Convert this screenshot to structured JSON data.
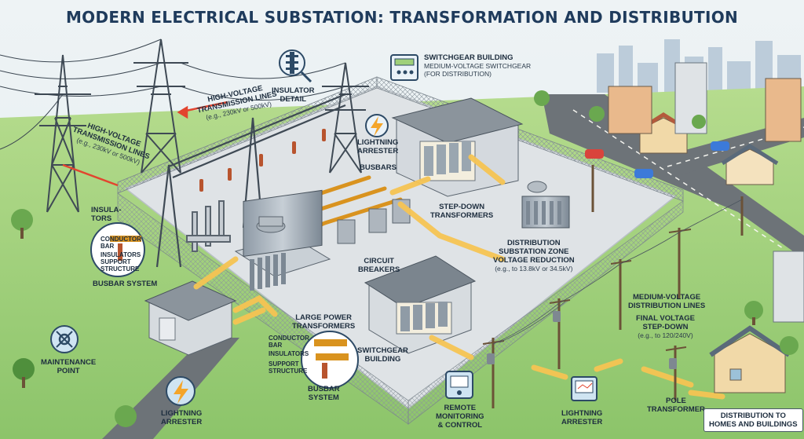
{
  "title": "MODERN ELECTRICAL SUBSTATION: TRANSFORMATION AND DISTRIBUTION",
  "labels": {
    "insulator_detail": [
      "INSULATOR",
      "DETAIL"
    ],
    "switchgear_top": {
      "title": "SWITCHGEAR BUILDING",
      "sub": [
        "MEDIUM-VOLTAGE SWITCHGEAR",
        "(FOR DISTRIBUTION)"
      ]
    },
    "hv_lines_center": {
      "title": [
        "HIGH-VOLTAGE",
        "TRANSMISSION LINES"
      ],
      "sub": "(e.g., 230kV or 500kV)"
    },
    "hv_lines_left": {
      "title": [
        "HIGH-VOLTAGE",
        "TRANSMISSION LINES"
      ],
      "sub": "(e.g., 230kV or 500kV)"
    },
    "lightning_arrester_top": [
      "LIGHTNING",
      "ARRESTER"
    ],
    "busbars": "BUSBARS",
    "insulators_left": [
      "INSULA-",
      "TORS"
    ],
    "busbar_detail_left": [
      "CONDUCTOR",
      "BAR",
      "INSULATORS",
      "SUPPORT",
      "STRUCTURE"
    ],
    "busbar_system_left": "BUSBAR SYSTEM",
    "step_down": [
      "STEP-DOWN",
      "TRANSFORMERS"
    ],
    "distribution_zone": {
      "title": [
        "DISTRIBUTION",
        "SUBSTATION ZONE",
        "VOLTAGE REDUCTION"
      ],
      "sub": "(e.g., to 13.8kV or 34.5kV)"
    },
    "circuit_breakers": [
      "CIRCUIT",
      "BREAKERS"
    ],
    "large_power": [
      "LARGE POWER",
      "TRANSFORMERS"
    ],
    "busbar_detail_center": [
      "CONDUCTOR",
      "BAR",
      "INSULATORS",
      "SUPPORT",
      "STRUCTURE"
    ],
    "busbar_system_center": [
      "BUSBAR",
      "SYSTEM"
    ],
    "switchgear_center": [
      "SWITCHGEAR",
      "BUILDING"
    ],
    "mv_lines": [
      "MEDIUM-VOLTAGE",
      "DISTRIBUTION LINES"
    ],
    "final_voltage": {
      "title": [
        "FINAL VOLTAGE",
        "STEP-DOWN"
      ],
      "sub": "(e.g., to 120/240V)"
    },
    "maintenance": [
      "MAINTENANCE",
      "POINT"
    ],
    "lightning_arrester_bottom_left": [
      "LIGHTNING",
      "ARRESTER"
    ],
    "remote": [
      "REMOTE",
      "MONITORING",
      "& CONTROL"
    ],
    "lightning_arrester_bottom_right": [
      "LIGHTNING",
      "ARRESTER"
    ],
    "pole_transformer": [
      "POLE",
      "TRANSFORMER"
    ],
    "distribution_homes": [
      "DISTRIBUTION TO",
      "HOMES AND BUILDINGS"
    ]
  },
  "icons": [
    "insulator-icon",
    "switchgear-panel-icon",
    "lightning-bolt-icon",
    "wrench-gear-icon",
    "monitor-icon",
    "laptop-monitor-icon"
  ],
  "colors": {
    "title": "#1f3b5c",
    "grass": "#9fd07a",
    "pad": "#dfe3e6",
    "flow_arrow": "#f6c453",
    "conductor": "#d9931f",
    "tower": "#3f4a55",
    "road": "#6d7378",
    "sky": "#eef3f5"
  }
}
